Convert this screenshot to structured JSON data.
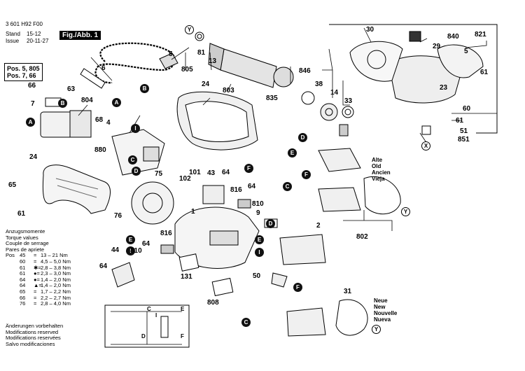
{
  "header": {
    "doc_number": "3 601 H92 F00",
    "stand_label": "Stand",
    "stand_value": "15-12",
    "issue_label": "Issue",
    "issue_value": "20-11-27",
    "figure_label": "Fig./Abb. 1"
  },
  "pos_box": [
    "Pos. 5, 805",
    "Pos. 7, 66"
  ],
  "torque": {
    "title_lines": [
      "Anzugsmomente",
      "Torque values",
      "Couple de serrage",
      "Pares de apriete"
    ],
    "pos_label": "Pos",
    "rows": [
      {
        "pos": "45",
        "sym": "=",
        "val": "13 – 21 Nm"
      },
      {
        "pos": "60",
        "sym": "=",
        "val": "4,5 – 5,0 Nm"
      },
      {
        "pos": "61",
        "sym": "✱=",
        "val": "2,8 – 3,8 Nm"
      },
      {
        "pos": "61",
        "sym": "●=",
        "val": "2,3 – 3,0 Nm"
      },
      {
        "pos": "64",
        "sym": "●=",
        "val": "1,4 – 2,0 Nm"
      },
      {
        "pos": "64",
        "sym": "▲=",
        "val": "1,4 – 2,0 Nm"
      },
      {
        "pos": "65",
        "sym": "=",
        "val": "1,7 – 2,2 Nm"
      },
      {
        "pos": "66",
        "sym": "=",
        "val": "2,2 – 2,7 Nm"
      },
      {
        "pos": "76",
        "sym": "=",
        "val": "2,8 – 4,0 Nm"
      }
    ]
  },
  "modifications": [
    "Änderungen vorbehalten",
    "Modifications reserved",
    "Modifications reservées",
    "Salvo modificaciones"
  ],
  "labels_old": [
    "Alte",
    "Old",
    "Ancien",
    "Vieja"
  ],
  "labels_new": [
    "Neue",
    "New",
    "Nouvelle",
    "Nueva"
  ],
  "part_numbers": {
    "p1": "1",
    "p2": "2",
    "p4": "4",
    "p5": "5",
    "p6": "6",
    "p7": "7",
    "p9": "9",
    "p13": "13",
    "p14": "14",
    "p23": "23",
    "p24a": "24",
    "p24b": "24",
    "p29": "29",
    "p30": "30",
    "p31": "31",
    "p33": "33",
    "p38": "38",
    "p43": "43",
    "p44": "44",
    "p50": "50",
    "p51": "51",
    "p60": "60",
    "p61a": "61",
    "p61b": "61",
    "p61c": "61",
    "p63": "63",
    "p64a": "64",
    "p64b": "64",
    "p64c": "64",
    "p64d": "64",
    "p65": "65",
    "p66": "66",
    "p68": "68",
    "p75": "75",
    "p76": "76",
    "p81": "81",
    "p101": "101",
    "p102": "102",
    "p131": "131",
    "p802": "802",
    "p803": "803",
    "p804": "804",
    "p805": "805",
    "p808": "808",
    "p810a": "810",
    "p810b": "810",
    "p816a": "816",
    "p816b": "816",
    "p821": "821",
    "p835": "835",
    "p840": "840",
    "p846": "846",
    "p851": "851",
    "p880": "880"
  },
  "markers": [
    "A",
    "B",
    "C",
    "D",
    "E",
    "F",
    "I",
    "X",
    "Y"
  ],
  "wiring_letters": {
    "c": "C",
    "i": "I",
    "d": "D",
    "e": "E",
    "f": "F"
  }
}
